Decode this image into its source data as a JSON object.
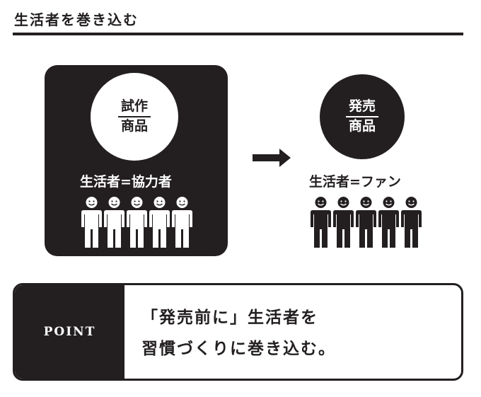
{
  "title": "生活者を巻き込む",
  "left": {
    "circle_top": "試作",
    "circle_bottom": "商品",
    "label": "生活者=協力者",
    "people_count": 5,
    "people_color": "#ffffff"
  },
  "right": {
    "circle_top": "発売",
    "circle_bottom": "商品",
    "label": "生活者=ファン",
    "people_count": 5,
    "people_color": "#231f20"
  },
  "point": {
    "tag": "POINT",
    "line1": "「発売前に」生活者を",
    "line2": "習慣づくりに巻き込む。"
  }
}
